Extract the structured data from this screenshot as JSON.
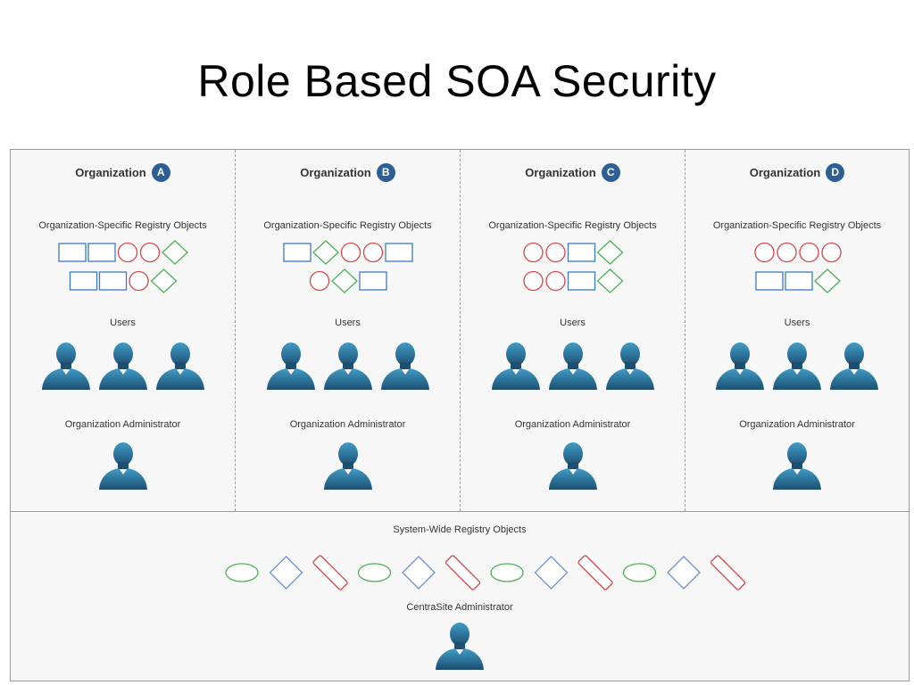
{
  "slide": {
    "title": "Role Based SOA  Security"
  },
  "organizations": [
    {
      "name": "Organization",
      "badge": "A",
      "objects_label": "Organization-Specific Registry Objects",
      "users_label": "Users",
      "user_count": 3,
      "admin_label": "Organization Administrator",
      "rows": [
        [
          "rect",
          "rect",
          "circle",
          "circle",
          "diamond"
        ],
        [
          "rect",
          "rect",
          "circle",
          "diamond"
        ]
      ]
    },
    {
      "name": "Organization",
      "badge": "B",
      "objects_label": "Organization-Specific Registry Objects",
      "users_label": "Users",
      "user_count": 3,
      "admin_label": "Organization Administrator",
      "rows": [
        [
          "rect",
          "diamond",
          "circle",
          "circle",
          "rect"
        ],
        [
          "circle",
          "diamond",
          "rect"
        ]
      ]
    },
    {
      "name": "Organization",
      "badge": "C",
      "objects_label": "Organization-Specific Registry Objects",
      "users_label": "Users",
      "user_count": 3,
      "admin_label": "Organization Administrator",
      "rows": [
        [
          "circle",
          "circle",
          "rect",
          "diamond"
        ],
        [
          "circle",
          "circle",
          "rect",
          "diamond"
        ]
      ]
    },
    {
      "name": "Organization",
      "badge": "D",
      "objects_label": "Organization-Specific Registry Objects",
      "users_label": "Users",
      "user_count": 3,
      "admin_label": "Organization Administrator",
      "rows": [
        [
          "circle",
          "circle",
          "circle",
          "circle"
        ],
        [
          "rect",
          "rect",
          "diamond"
        ]
      ]
    }
  ],
  "system": {
    "objects_label": "System-Wide Registry Objects",
    "admin_label": "CentraSite Administrator",
    "objects": [
      "ellipse",
      "diamond",
      "slant",
      "ellipse",
      "diamond",
      "slant",
      "ellipse",
      "diamond",
      "slant",
      "ellipse",
      "diamond",
      "slant"
    ]
  },
  "colors": {
    "rect": "#3a7ac0",
    "circle": "#d64545",
    "diamond": "#4caf50",
    "ellipse": "#4caf50",
    "sys_diamond": "#6d8fd6",
    "slant": "#d64545",
    "badge": "#2d5f96",
    "person_light": "#3f9cc7",
    "person_dark": "#1d4f70"
  }
}
